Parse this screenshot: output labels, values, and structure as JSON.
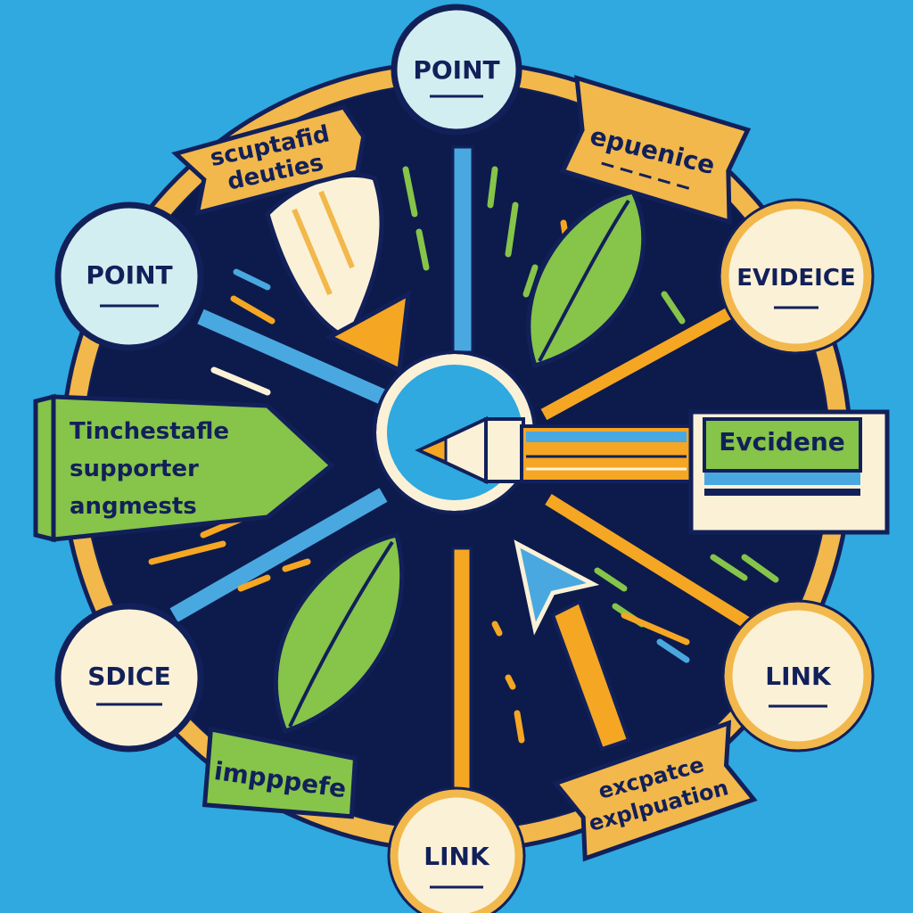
{
  "colors": {
    "background": "#2fa9e0",
    "disc": "#0d1b4c",
    "ring": "#f2b84b",
    "outline": "#12205a",
    "cream": "#fbf1d7",
    "mint": "#d3eef0",
    "green": "#86c44a",
    "orange": "#f5a623",
    "blue": "#4aa8e0"
  },
  "nodes": {
    "top_point": "POINT",
    "left_point": "POINT",
    "right_evidence": "EVIDEICE",
    "bottom_left_sdice": "SDICE",
    "bottom_link": "LINK",
    "right_link": "LINK"
  },
  "banners": {
    "top_left": {
      "line1": "scuptafid",
      "line2": "deuties"
    },
    "top_right": {
      "line1": "epuenice"
    },
    "left": {
      "line1": "Tinchestafle",
      "line2": "supporter",
      "line3": "angmests"
    },
    "right_pen": {
      "line1": "Evcidene"
    },
    "bottom_left": {
      "line1": "impppefe"
    },
    "bottom_right": {
      "line1": "excpatce",
      "line2": "explpuation"
    }
  }
}
